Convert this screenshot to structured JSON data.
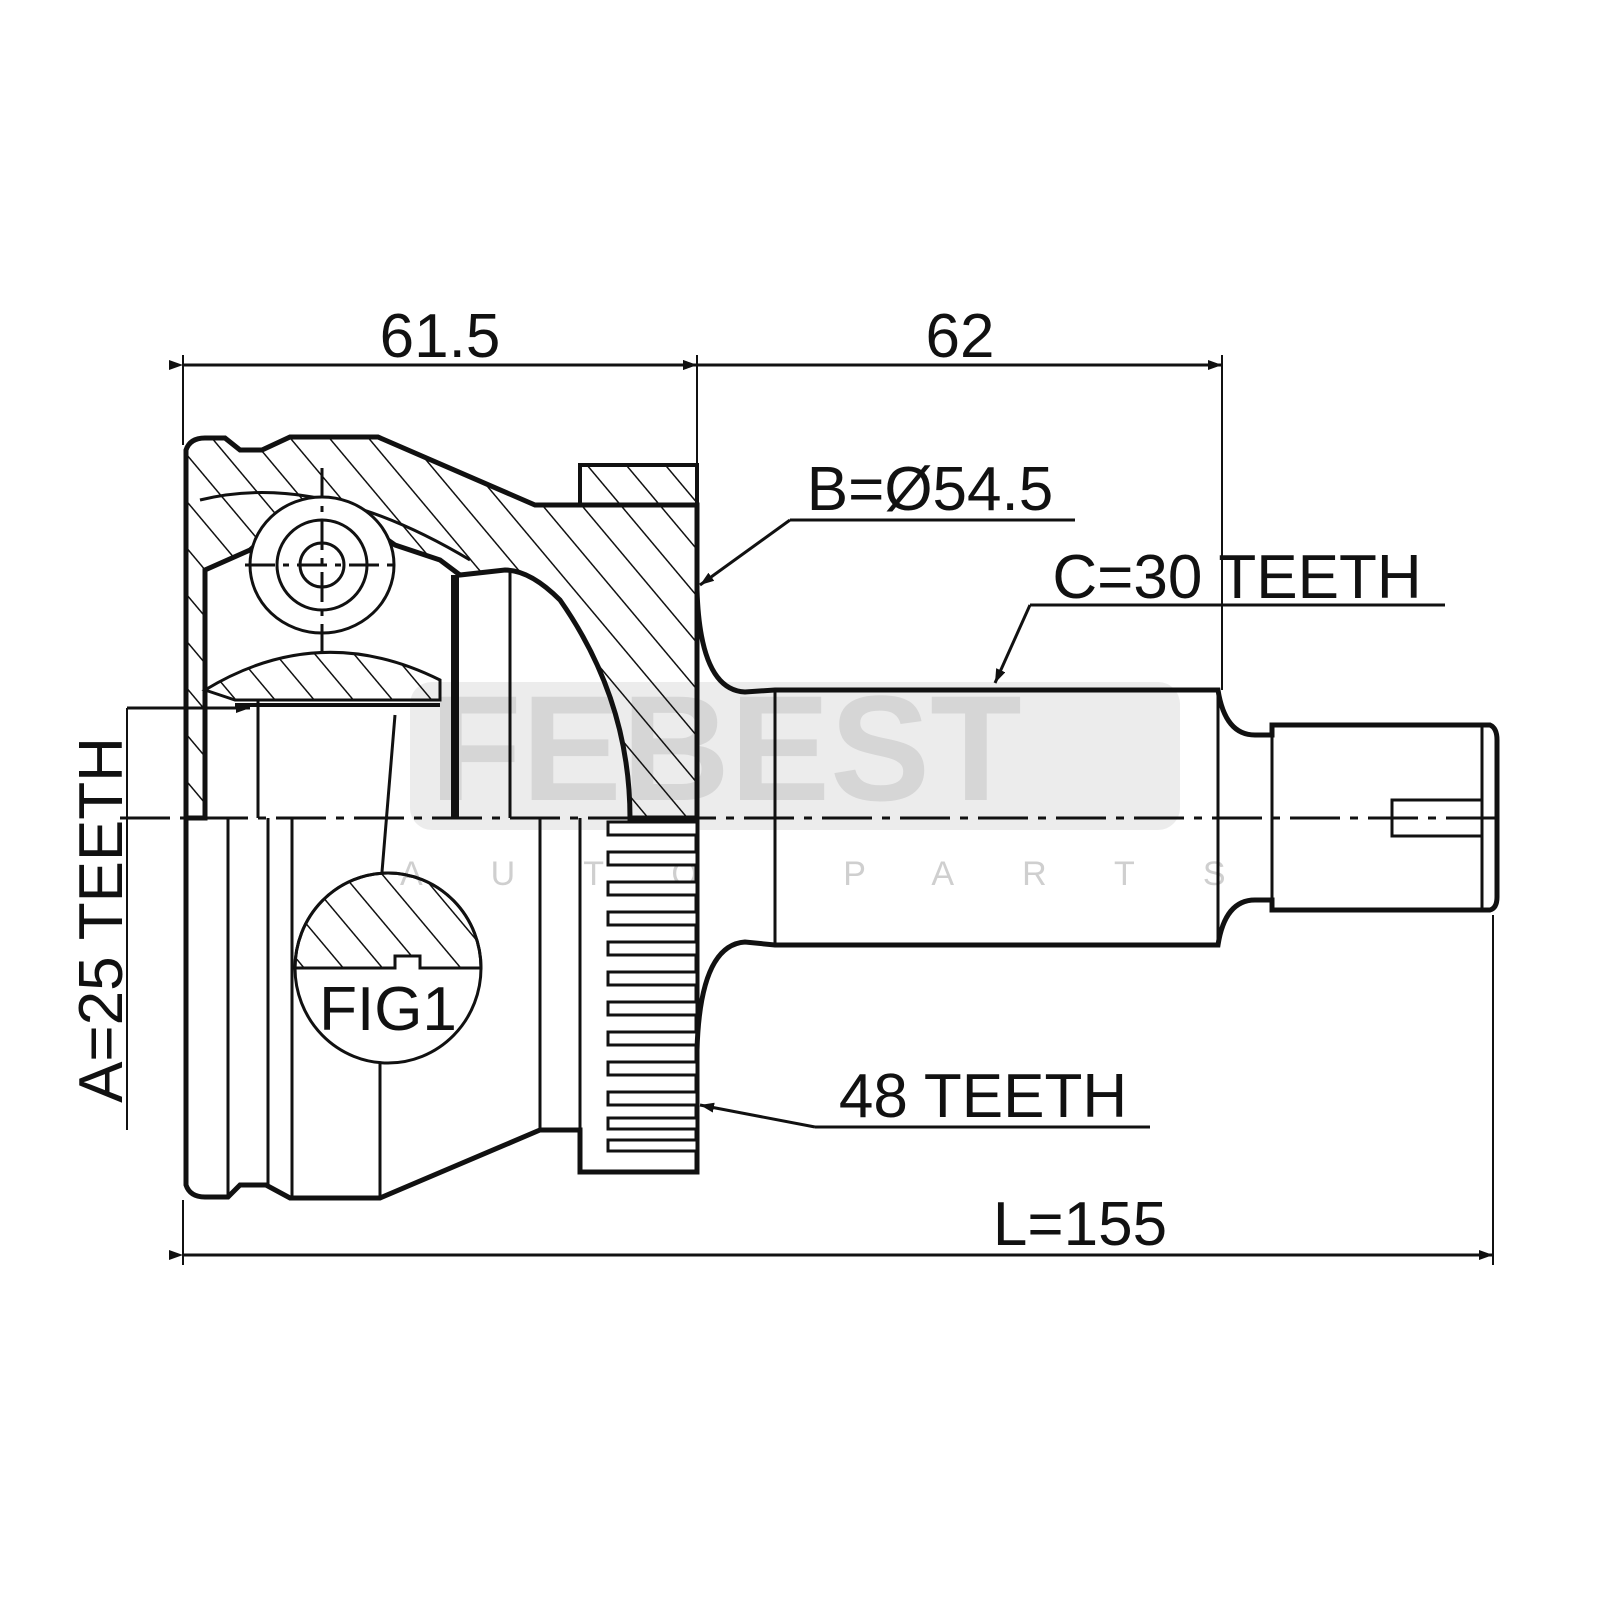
{
  "drawing": {
    "dim_housing_length": "61.5",
    "dim_stem_length": "62",
    "dim_b": "B=Ø54.5",
    "dim_c": "C=30 TEETH",
    "dim_a": "A=25 TEETH",
    "abs_teeth": "48 TEETH",
    "dim_total": "L=155",
    "fig_label": "FIG1"
  },
  "watermark": {
    "brand": "FEBEST",
    "tagline": "AUTO PARTS"
  },
  "colors": {
    "line": "#111111",
    "watermark": "#d6d6d6"
  }
}
